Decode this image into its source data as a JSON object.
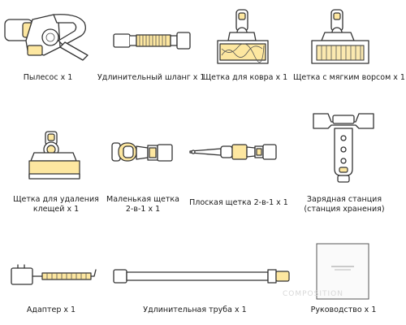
{
  "items": [
    {
      "label": "Пылесос x 1",
      "icon": "handheld-vacuum-icon"
    },
    {
      "label": "Удлинительный шланг x 1",
      "icon": "extension-hose-icon"
    },
    {
      "label": "Щетка для ковра x 1",
      "icon": "carpet-brush-icon"
    },
    {
      "label": "Щетка с мягким ворсом x 1",
      "icon": "soft-bristle-brush-icon"
    },
    {
      "label": "Щетка для удаления\nклещей x 1",
      "icon": "mite-removal-brush-icon"
    },
    {
      "label": "Маленькая щетка\n2-в-1 x 1",
      "icon": "small-2in1-brush-icon"
    },
    {
      "label": "Плоская щетка 2-в-1 x 1",
      "icon": "flat-2in1-brush-icon"
    },
    {
      "label": "Зарядная станция\n(станция хранения)",
      "icon": "charging-station-icon"
    },
    {
      "label": "Адаптер x 1",
      "icon": "adapter-icon"
    },
    {
      "label": "Удлинительная труба x 1",
      "icon": "extension-tube-icon"
    },
    {
      "label": "Руководство x 1",
      "icon": "manual-icon"
    }
  ],
  "watermark": "COMPOSITION",
  "colors": {
    "accent": "#fde7a0",
    "line": "#333333"
  }
}
